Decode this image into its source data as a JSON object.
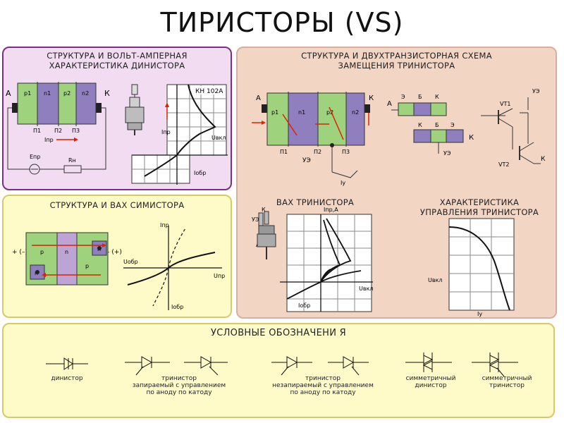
{
  "page_title": "ТИРИСТОРЫ (VS)",
  "panels": {
    "dinistor": {
      "title": "СТРУКТУРА И ВОЛЬТ-АМПЕРНАЯ\nХАРАКТЕРИСТИКА ДИНИСТОРА",
      "labels": {
        "anode": "А",
        "cathode": "К",
        "p1": "p1",
        "n1": "n1",
        "p2": "p2",
        "n2": "n2",
        "j1": "П1",
        "j2": "П2",
        "j3": "П3",
        "current": "Iпр",
        "source": "Eпр",
        "resistor": "Rн",
        "model": "КН 102А",
        "i_axis": "Iпр",
        "u_on": "Uвкл",
        "i_rev": "Iобр"
      }
    },
    "triode": {
      "title": "СТРУКТУРА И ДВУХТРАНЗИСТОРНАЯ СХЕМА\nЗАМЕЩЕНИЯ ТРИНИСТОРА",
      "labels": {
        "anode": "А",
        "cathode": "К",
        "p1": "p1",
        "n1": "n1",
        "p2": "p2",
        "n2": "n2",
        "j1": "П1",
        "j2": "П2",
        "j3": "П3",
        "control": "УЭ",
        "e": "Э",
        "b": "Б",
        "k": "К",
        "vt1": "VT1",
        "vt2": "VT2",
        "iy": "Iу"
      }
    },
    "simistor": {
      "title": "СТРУКТУРА И ВАХ СИМИСТОРА",
      "labels": {
        "plus_minus": "+\n(–)",
        "minus_plus": "–\n(+)",
        "p_left": "p",
        "n_mid": "n",
        "p_right": "p",
        "n_top": "n",
        "n_bottom": "n",
        "i_pr": "Iпр",
        "u_pr": "Uпр",
        "u_obr": "Uобр",
        "i_obr": "Iобр"
      }
    },
    "vax": {
      "title": "ВАХ ТРИНИСТОРА",
      "labels": {
        "control": "УЭ",
        "k": "К",
        "a": "А",
        "i_axis": "Iпр,А",
        "u_on": "Uвкл",
        "i_rev": "Iобр"
      }
    },
    "control": {
      "title": "ХАРАКТЕРИСТИКА\nУПРАВЛЕНИЯ ТРИНИСТОРА",
      "labels": {
        "u_axis": "Uвкл",
        "i_axis": "Iу"
      }
    },
    "symbols": {
      "title": "УСЛОВНЫЕ ОБОЗНАЧЕНИ Я",
      "items": [
        {
          "label": "динистор"
        },
        {
          "label": "тринистор\nзапираемый с управлением\nпо аноду              по катоду"
        },
        {
          "label": "тринистор\nнезапираемый с управлением\nпо аноду              по катоду"
        },
        {
          "label": "симметричный\nдинистор"
        },
        {
          "label": "симметричный\nтринистор"
        }
      ]
    }
  }
}
